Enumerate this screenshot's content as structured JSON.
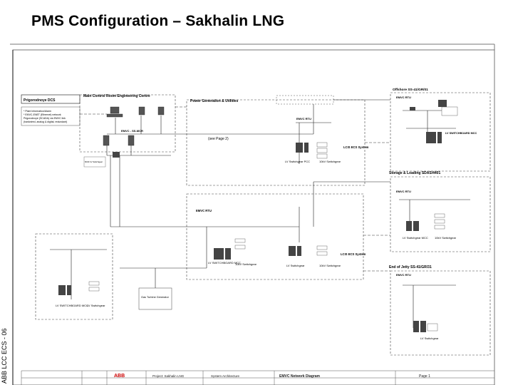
{
  "title": "PMS Configuration – Sakhalin LNG",
  "side_label": "ABB LCC ECS - 06",
  "areas": {
    "prigorodnoye": "Prigorodnoye DCS",
    "mcr": "Main Control Room Engineering Centre",
    "power_gen": "Power Generation & Utilities",
    "offshore": "Offshore SS-41/GR/01",
    "storage": "Storage & Loading SDAS/4401",
    "end_of_jetty": "End of Jetty SS-41/GR/31",
    "emvc_ss_mcr": "EMVC - SS-MCR",
    "emvc_rtu_a": "EMVC RTU",
    "emvc_rtu_b": "EMVC RTU",
    "emvc_rtu_c": "EMVC RTU",
    "emvc_rtu_d": "EMVC RTU",
    "see_page": "(see Page 2)"
  },
  "notes": [
    "* Plant Information/Alarm",
    "* EMVC-ENET (Ethernet) network",
    "  Prigorodnoye (SCADA) via EMVC link",
    "  (hardwired, analog & digital, redundant)"
  ],
  "labels": {
    "lv_switchgear_1": "LV Switchgear",
    "lv_switchgear_2": "LV Switchgear",
    "lv_switchgear_3": "LV Switchgear",
    "lv_switchgear_4": "LV Switchgear",
    "lv_switchgear_5": "LV Switchgear",
    "kv_switchgear_1": "10kV Switchgear",
    "kv_switchgear_2": "10kV Switchgear",
    "kv_switchgear_3": "10kV Switchgear",
    "kv_switchgear_4": "10kV Switchgear",
    "lv_switchboard_1": "LV SWITCHBOARD MCC",
    "lv_switchboard_2": "LV SWITCHBOARD MCC",
    "lv_switchboard_3": "LV SWITCHBOARD MCC",
    "lv_switchgear_mcc": "LV Switchgear MCC",
    "lv_switchgear_pcc": "LV Switchgear PCC",
    "lcis_1": "LCIS ECS System",
    "lcis_2": "LCIS ECS System",
    "mcr_lv_switchgear": "MCR LV Switchgear",
    "gas_turbine_gen": "Gas Turbine Generator",
    "emvc_rtu_cabinet": "EMVC RTU",
    "lv_lt_switchgear": "LV Switchgear"
  },
  "footer": {
    "logo": "ABB",
    "project": "Project: Sakhalin LNG",
    "system": "System Architecture",
    "drawing": "EMVC Network Diagram",
    "page": "Page 1"
  }
}
